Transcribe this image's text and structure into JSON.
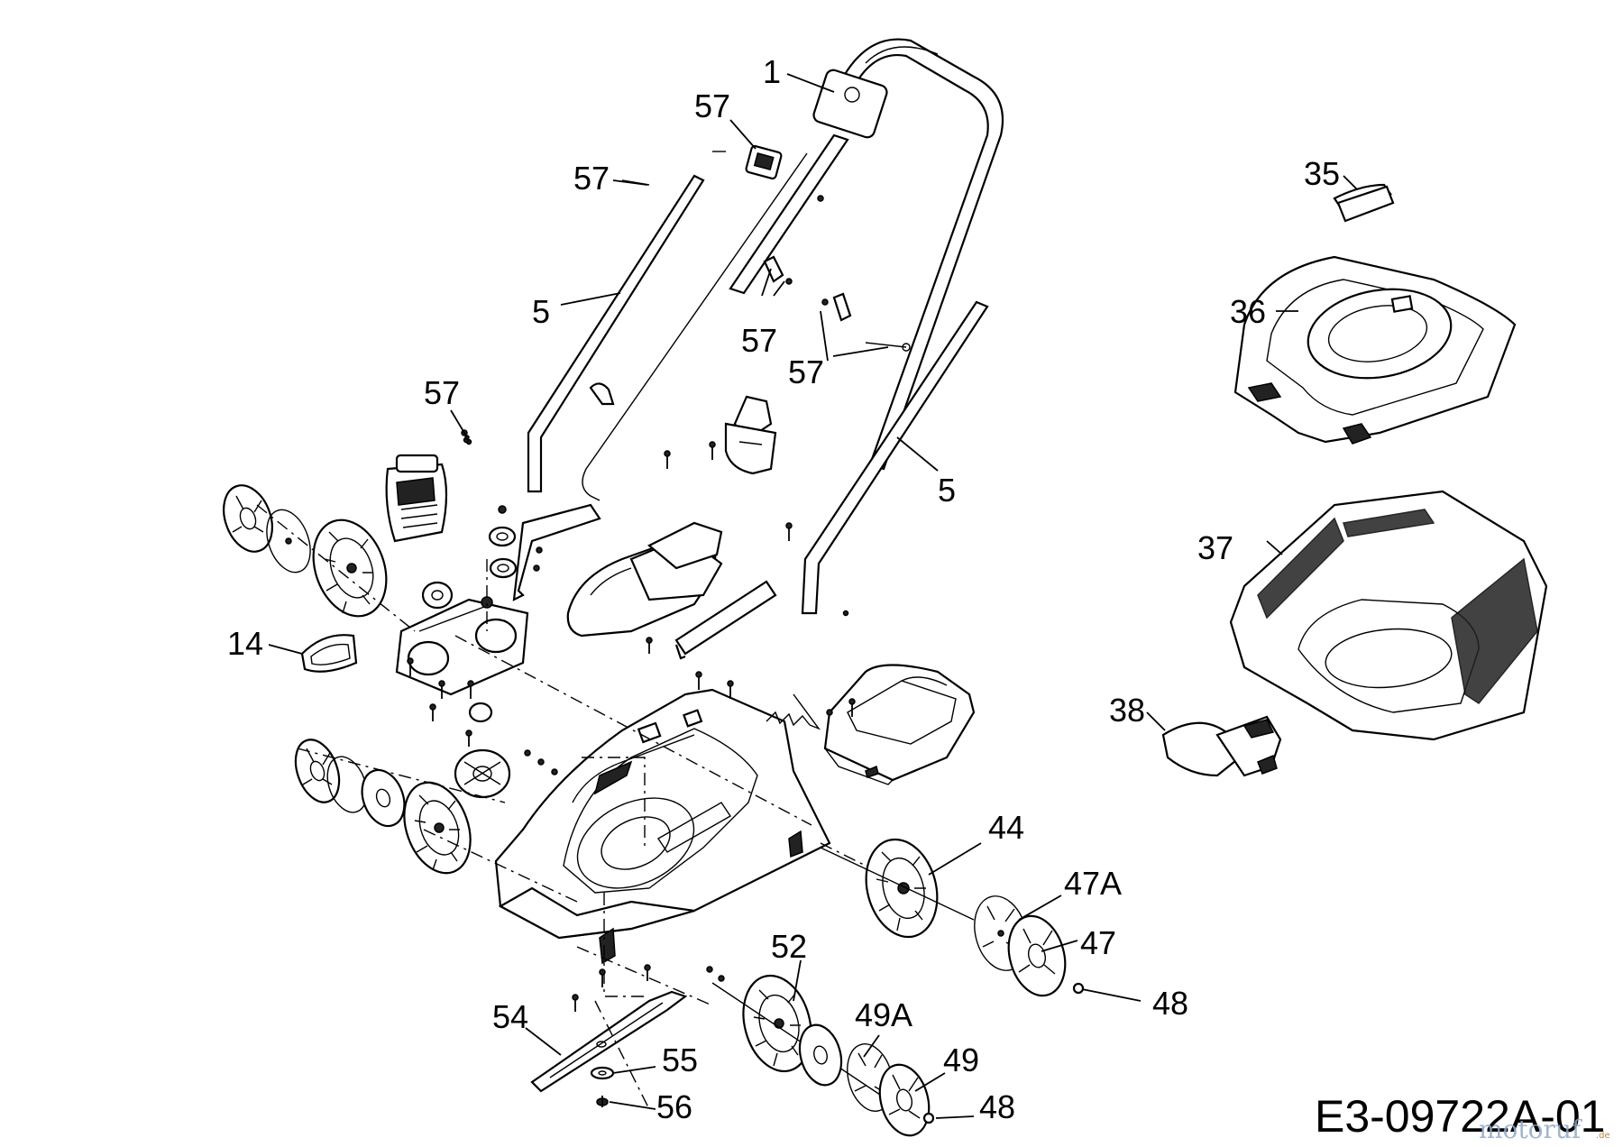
{
  "labels": {
    "p1": "1",
    "p57a": "57",
    "p57b": "57",
    "p57c": "57",
    "p57d": "57",
    "p57e": "57",
    "p5a": "5",
    "p5b": "5",
    "p14": "14",
    "p35": "35",
    "p36": "36",
    "p37": "37",
    "p38": "38",
    "p44": "44",
    "p47a": "47A",
    "p47": "47",
    "p48a": "48",
    "p48b": "48",
    "p52": "52",
    "p49a": "49A",
    "p49": "49",
    "p54": "54",
    "p55": "55",
    "p56": "56"
  },
  "diagram_code": "E3-09722A-01",
  "watermark": {
    "brand_main": "motoruf",
    "brand_suffix": ".de"
  }
}
